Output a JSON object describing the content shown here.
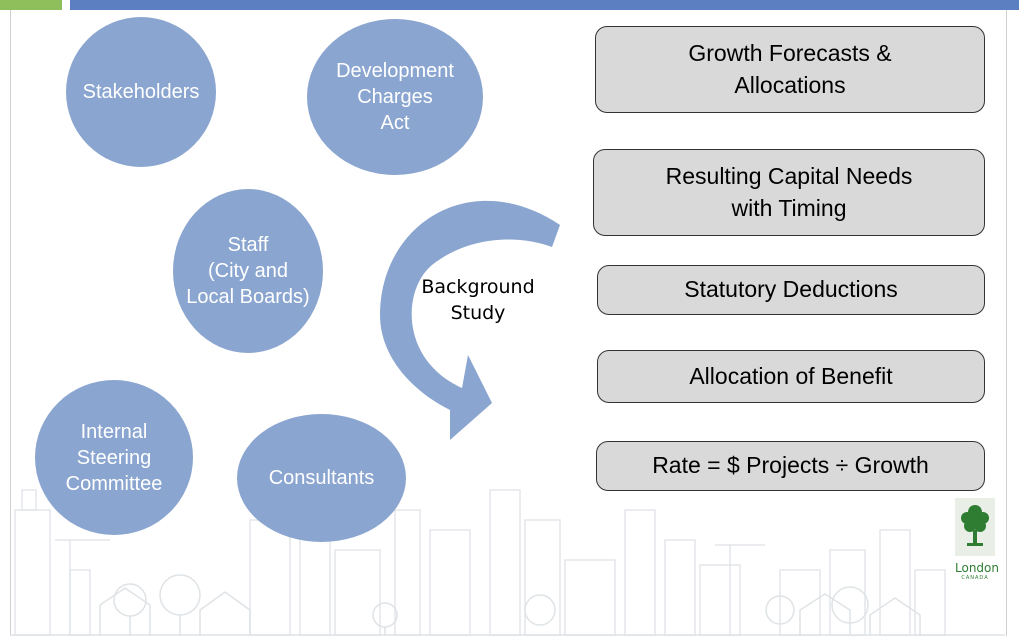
{
  "colors": {
    "accent_green": "#8fbf5a",
    "header_blue": "#5b7fc0",
    "bubble_blue": "#8aa5cf",
    "box_gray": "#d9d9d9",
    "logo_green": "#2e7d32"
  },
  "bubbles": {
    "stakeholders": "Stakeholders",
    "dc_act": "Development\nCharges\nAct",
    "staff": "Staff\n(City and\nLocal Boards)",
    "steering": "Internal\nSteering\nCommittee",
    "consultants": "Consultants"
  },
  "center_label": "Background\nStudy",
  "steps": [
    "Growth Forecasts &\nAllocations",
    "Resulting Capital Needs\nwith Timing",
    "Statutory Deductions",
    "Allocation of Benefit",
    "Rate = $ Projects ÷ Growth"
  ],
  "logo": {
    "name": "London",
    "sub": "CANADA"
  }
}
